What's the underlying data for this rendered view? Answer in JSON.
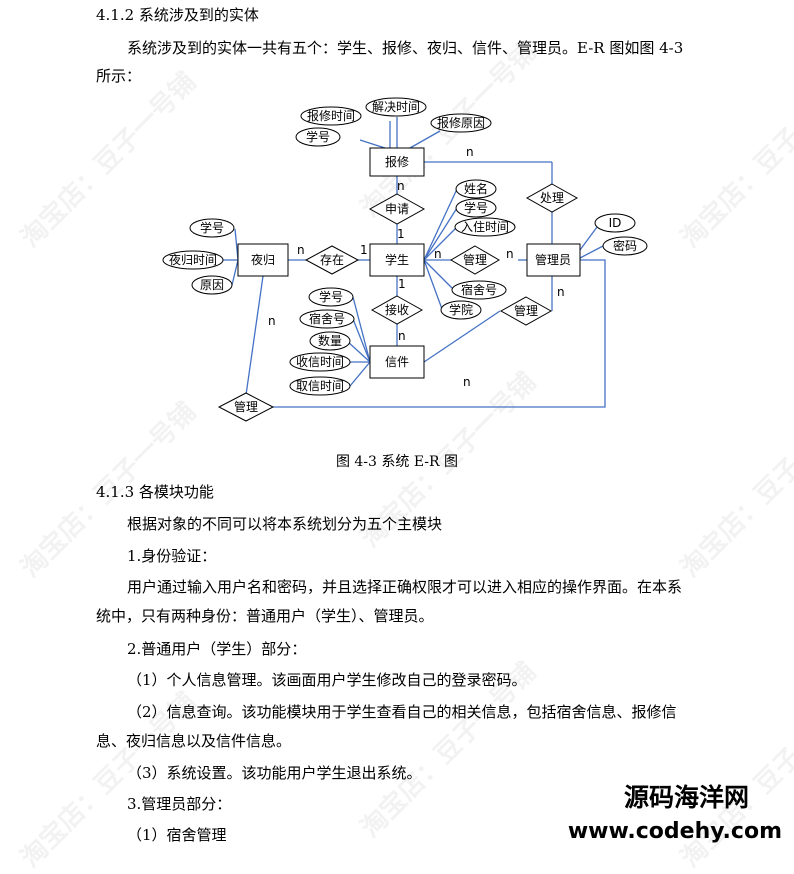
{
  "section1": {
    "heading": "4.1.2  系统涉及到的实体",
    "para_line1": "系统涉及到的实体一共有五个：学生、报修、夜归、信件、管理员。E-R 图如图 4-3",
    "para_line2": "所示："
  },
  "diagram": {
    "entities": {
      "baoxiu": "报修",
      "xuesheng": "学生",
      "yegui": "夜归",
      "xinjian": "信件",
      "guanliyuan": "管理员"
    },
    "relationships": {
      "shenqing": "申请",
      "chuli": "处理",
      "cunzai": "存在",
      "guanli_student": "管理",
      "jieshou": "接收",
      "guanli_letter": "管理",
      "guanli_bottom": "管理"
    },
    "attributes": {
      "baoxiu_time": "报修时间",
      "jiejue_time": "解决时间",
      "baoxiu_xuehao": "学号",
      "baoxiu_reason": "报修原因",
      "xs_name": "姓名",
      "xs_xuehao": "学号",
      "xs_ruzhu": "入住时间",
      "xs_sushehao": "宿舍号",
      "xs_xueyuan": "学院",
      "yg_xuehao": "学号",
      "yg_time": "夜归时间",
      "yg_reason": "原因",
      "xj_xuehao": "学号",
      "xj_sushehao": "宿舍号",
      "xj_shuliang": "数量",
      "xj_shouxin": "收信时间",
      "xj_quxin": "取信时间",
      "gly_id": "ID",
      "gly_mima": "密码"
    },
    "cardinalities": {
      "c1": "n",
      "c2": "n",
      "c3": "1",
      "c4": "n",
      "c5": "1",
      "c6": "n",
      "c7": "n",
      "c8": "1",
      "c9": "n",
      "c10": "n",
      "c11": "n",
      "c12": "n"
    }
  },
  "caption": "图 4-3  系统 E-R 图",
  "section2": {
    "heading": "4.1.3  各模块功能",
    "p1": "根据对象的不同可以将本系统划分为五个主模块",
    "p2": "1.身份验证：",
    "p3_line1": "用户通过输入用户名和密码，并且选择正确权限才可以进入相应的操作界面。在本系",
    "p3_line2": "统中，只有两种身份：普通用户（学生）、管理员。",
    "p4": "2.普通用户（学生）部分：",
    "p5": "（1）个人信息管理。该画面用户学生修改自己的登录密码。",
    "p6_line1": "（2）信息查询。该功能模块用于学生查看自己的相关信息，包括宿舍信息、报修信",
    "p6_line2": "息、夜归信息以及信件信息。",
    "p7": "（3）系统设置。该功能用户学生退出系统。",
    "p8": "3.管理员部分：",
    "p9": "（1）宿舍管理"
  },
  "watermark": {
    "text": "淘宝店：豆子一号铺"
  },
  "branding": {
    "line1": "源码海洋网",
    "line2": "www.codehy.com"
  }
}
